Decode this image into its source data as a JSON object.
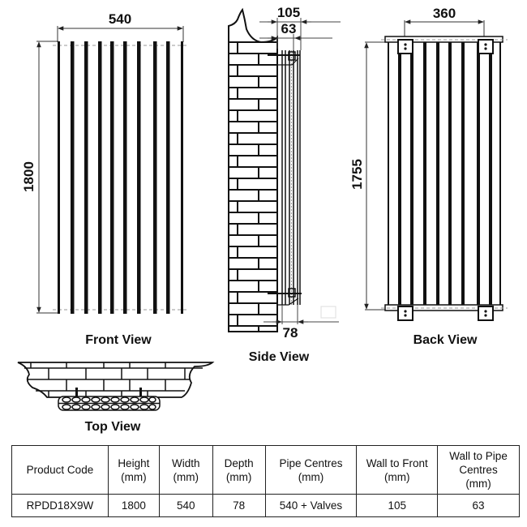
{
  "views": {
    "front": {
      "label": "Front View",
      "width_dim": "540",
      "height_dim": "1800",
      "bar_count": 10
    },
    "side": {
      "label": "Side View",
      "wall_to_front_dim": "105",
      "wall_to_pipe_dim": "63",
      "depth_dim": "78"
    },
    "back": {
      "label": "Back View",
      "bracket_centres_dim": "360",
      "height_dim": "1755"
    },
    "top": {
      "label": "Top View"
    }
  },
  "colors": {
    "line": "#111111",
    "dim_line": "#333333",
    "dashed": "#999999",
    "background": "#ffffff"
  },
  "table": {
    "headers": [
      {
        "line1": "Product Code",
        "line2": "",
        "line3": ""
      },
      {
        "line1": "Height",
        "line2": "(mm)",
        "line3": ""
      },
      {
        "line1": "Width",
        "line2": "(mm)",
        "line3": ""
      },
      {
        "line1": "Depth",
        "line2": "(mm)",
        "line3": ""
      },
      {
        "line1": "Pipe Centres",
        "line2": "(mm)",
        "line3": ""
      },
      {
        "line1": "Wall to Front",
        "line2": "(mm)",
        "line3": ""
      },
      {
        "line1": "Wall to Pipe",
        "line2": "Centres",
        "line3": "(mm)"
      }
    ],
    "rows": [
      [
        "RPDD18X9W",
        "1800",
        "540",
        "78",
        "540 + Valves",
        "105",
        "63"
      ]
    ]
  }
}
